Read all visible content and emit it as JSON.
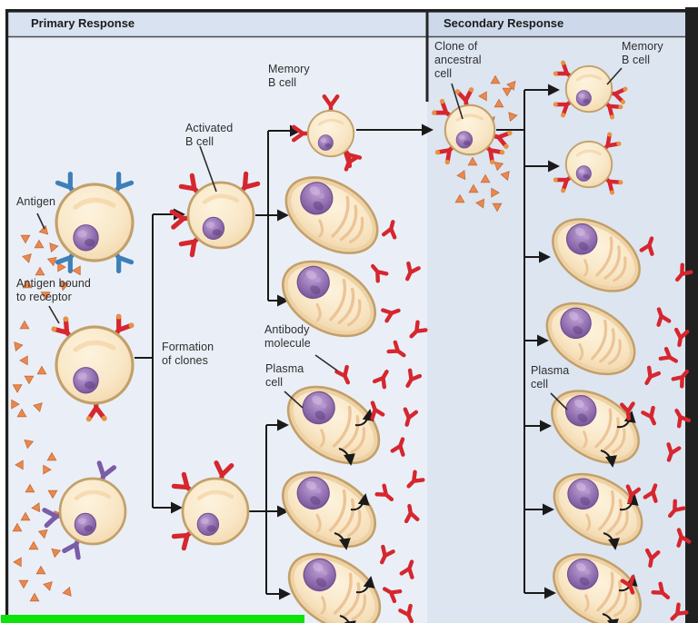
{
  "header": {
    "primary": "Primary Response",
    "secondary": "Secondary Response"
  },
  "labels": {
    "antigen": "Antigen",
    "antigen_bound_to_receptor": "Antigen bound\nto receptor",
    "activated_b_cell": "Activated\nB cell",
    "memory_b_cell_primary": "Memory\nB cell",
    "formation_of_clones": "Formation\nof clones",
    "antibody_molecule": "Antibody\nmolecule",
    "plasma_cell_primary": "Plasma\ncell",
    "clone_of_ancestral_cell": "Clone of\nancestral\ncell",
    "memory_b_cell_secondary": "Memory\nB cell",
    "plasma_cell_secondary": "Plasma\ncell"
  },
  "icons": {
    "antigen": "orange-triangle",
    "antibody": "red-y-antibody",
    "receptor": "y-receptor",
    "b_cell": "round-cell-purple-nucleus",
    "plasma_cell": "oval-cell-rough-er"
  },
  "colors": {
    "panel_primary_bg": "#eaeff7",
    "panel_secondary_bg": "#dde5f1",
    "header_primary_bg": "#d8e2f0",
    "header_secondary_bg": "#cdd9ea",
    "frame_border": "#1f1f1f",
    "cell_body": "#f8e7c6",
    "cell_outline": "#c3a06a",
    "nucleus_purple": "#8f6cae",
    "receptor_red": "#d6262e",
    "receptor_tip_orange": "#e79243",
    "receptor_blue": "#3e7fb7",
    "receptor_purple": "#7a5ca8",
    "antigen_orange": "#e98950",
    "antibody_red": "#d6262e",
    "arrow_black": "#1a1a1a",
    "highlight_bar_green": "#0be30b"
  }
}
